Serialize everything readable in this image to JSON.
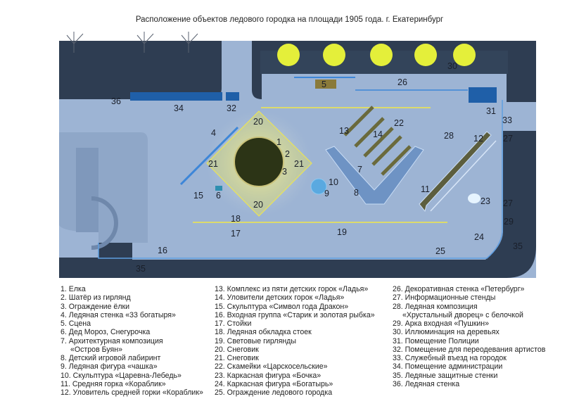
{
  "title": "Расположение объектов ледового городка на площади 1905 года. г. Екатеринбург",
  "colors": {
    "ground": "#9fb6d6",
    "road": "#2b3a4f",
    "building": "#1f5fa8",
    "garland": "#f2e84a",
    "tree_lit": "#e6f03a"
  },
  "map_labels": [
    "36",
    "34",
    "32",
    "30",
    "26",
    "5",
    "31",
    "33",
    "27",
    "27",
    "29",
    "35",
    "35",
    "16",
    "25",
    "24",
    "23",
    "11",
    "12",
    "28",
    "22",
    "13",
    "14",
    "7",
    "8",
    "10",
    "9",
    "20",
    "20",
    "21",
    "21",
    "1",
    "2",
    "3",
    "4",
    "15",
    "6",
    "18",
    "17",
    "19"
  ],
  "legend": {
    "col1": [
      "1. Елка",
      "2. Шатёр из гирлянд",
      "3. Ограждение ёлки",
      "4. Ледяная стенка «33 богатыря»",
      "5. Сцена",
      "6. Дед Мороз, Снегурочка",
      "7. Архитектурная композиция",
      "«Остров Буян»",
      "8. Детский игровой лабиринт",
      "9. Ледяная фигура «чашка»",
      "10. Скульптура «Царевна-Лебедь»",
      "11. Средняя горка «Кораблик»",
      "12. Уловитель средней горки «Кораблик»"
    ],
    "col2": [
      "13. Комплекс из пяти детских горок «Ладья»",
      "14. Уловители детских горок «Ладья»",
      "15. Скульптура «Символ года Дракон»",
      "16. Входная группа «Старик и золотая рыбка»",
      "17. Стойки",
      "18. Ледяная обкладка стоек",
      "19. Световые гирлянды",
      "20. Снеговик",
      "21. Снеговик",
      "22. Скамейки «Царскосельские»",
      "23. Каркасная фигура «Бочка»",
      "24. Каркасная фигура «Богатырь»",
      "25. Ограждение ледового городка"
    ],
    "col3": [
      "26. Декоративная стенка «Петербург»",
      "27. Информационные стенды",
      "28. Ледяная композиция",
      "«Хрустальный дворец» с белочкой",
      "29. Арка входная «Пушкин»",
      "30. Иллюминация на деревьях",
      "31. Помещение Полиции",
      "32. Помещение для переодевания артистов",
      "33. Служебный въезд на городок",
      "34. Помещение администрации",
      "35. Ледяные защитные стенки",
      "36. Ледяная стенка"
    ]
  }
}
